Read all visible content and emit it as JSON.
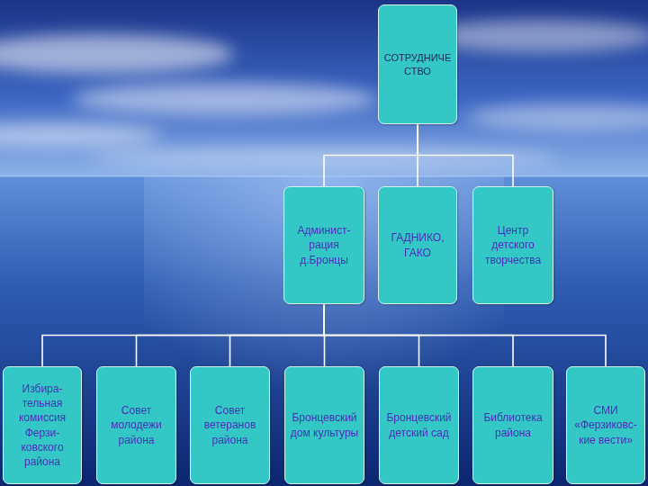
{
  "diagram": {
    "nodes": [
      {
        "text": [
          "СОТРУДНИЧЕСТВО"
        ]
      },
      {
        "text": [
          "Админист- рация д.Бронцы"
        ]
      },
      {
        "text": [
          "ГАДНИКО, ГАКО"
        ]
      },
      {
        "text": [
          "Центр детского творчества"
        ]
      },
      {
        "text": [
          "Избира- тельная комиссия Ферзи- ковского района"
        ]
      },
      {
        "text": [
          "Совет молодежи района"
        ]
      },
      {
        "text": [
          "Совет ветеранов района"
        ]
      },
      {
        "text": [
          "Бронцевский дом культуры"
        ]
      },
      {
        "text": [
          "Бронцевский детский сад"
        ]
      },
      {
        "text": [
          "Библиотека района"
        ]
      },
      {
        "text": [
          "СМИ «Ферзиковс- кие вести»"
        ]
      }
    ],
    "edges": [
      {
        "from": 0,
        "to": 1,
        "arrow": "none"
      },
      {
        "from": 0,
        "to": 2,
        "arrow": "none"
      },
      {
        "from": 0,
        "to": 3,
        "arrow": "none"
      },
      {
        "from": 1,
        "to": 4,
        "arrow": "none"
      },
      {
        "from": 1,
        "to": 5,
        "arrow": "none"
      },
      {
        "from": 1,
        "to": 6,
        "arrow": "none"
      },
      {
        "from": 1,
        "to": 7,
        "arrow": "none"
      },
      {
        "from": 1,
        "to": 8,
        "arrow": "none"
      },
      {
        "from": 1,
        "to": 9,
        "arrow": "none"
      },
      {
        "from": 1,
        "to": 10,
        "arrow": "none"
      }
    ]
  }
}
